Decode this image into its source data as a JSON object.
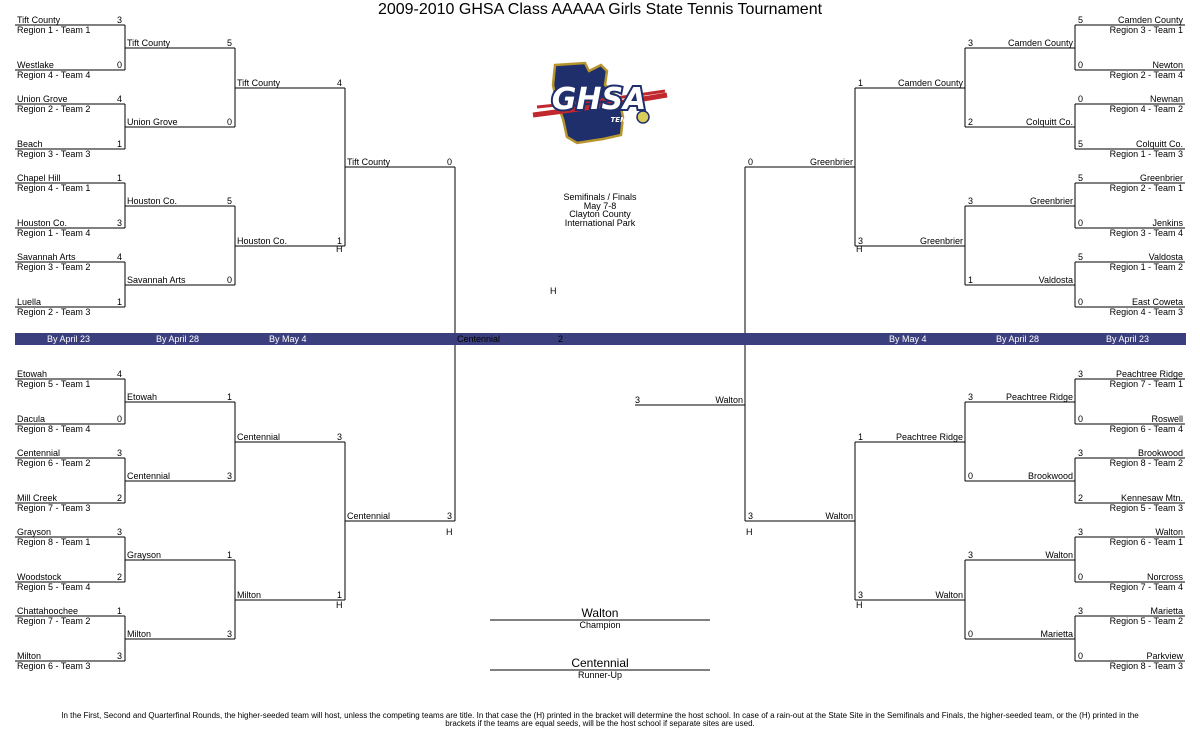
{
  "title": "2009-2010 GHSA Class AAAAA Girls State Tennis Tournament",
  "logo": {
    "text": "GHSA",
    "subtext": "TENNIS"
  },
  "venue": {
    "line1": "Semifinals / Finals",
    "line2": "May 7-8",
    "line3": "Clayton County",
    "line4": "International Park"
  },
  "band": {
    "left": [
      "By April 23",
      "By April 28",
      "By May 4"
    ],
    "right": [
      "By May 4",
      "By April 28",
      "By April 23"
    ]
  },
  "champion": {
    "team": "Walton",
    "label": "Champion"
  },
  "runner_up": {
    "team": "Centennial",
    "label": "Runner-Up"
  },
  "host_mark": "H",
  "footnote": {
    "line1": "In the First, Second and Quarterfinal Rounds, the higher-seeded team will host, unless the competing teams are title.  In that case the (H) printed in the bracket will determine the host school.  In case of a rain-out at the State Site in the Semifinals and Finals, the higher-seeded team, or the (H) printed in the",
    "line2": "brackets if the teams are equal seeds, will be the host school if separate sites are used."
  },
  "bracket": {
    "left": {
      "r1": [
        {
          "team": "Tift County",
          "seed": "Region 1 - Team 1",
          "score": "3"
        },
        {
          "team": "Westlake",
          "seed": "Region 4 - Team 4",
          "score": "0"
        },
        {
          "team": "Union Grove",
          "seed": "Region 2 - Team 2",
          "score": "4"
        },
        {
          "team": "Beach",
          "seed": "Region 3 - Team 3",
          "score": "1"
        },
        {
          "team": "Chapel Hill",
          "seed": "Region 4 - Team 1",
          "score": "1"
        },
        {
          "team": "Houston Co.",
          "seed": "Region 1 - Team 4",
          "score": "3"
        },
        {
          "team": "Savannah Arts",
          "seed": "Region 3 - Team 2",
          "score": "4"
        },
        {
          "team": "Luella",
          "seed": "Region 2 - Team 3",
          "score": "1"
        },
        {
          "team": "Etowah",
          "seed": "Region 5 - Team 1",
          "score": "4"
        },
        {
          "team": "Dacula",
          "seed": "Region 8 - Team 4",
          "score": "0"
        },
        {
          "team": "Centennial",
          "seed": "Region 6 - Team 2",
          "score": "3"
        },
        {
          "team": "Mill Creek",
          "seed": "Region 7 - Team 3",
          "score": "2"
        },
        {
          "team": "Grayson",
          "seed": "Region 8 - Team 1",
          "score": "3"
        },
        {
          "team": "Woodstock",
          "seed": "Region 5 - Team 4",
          "score": "2"
        },
        {
          "team": "Chattahoochee",
          "seed": "Region 7 - Team 2",
          "score": "1"
        },
        {
          "team": "Milton",
          "seed": "Region 6 - Team 3",
          "score": "3"
        }
      ],
      "r2": [
        {
          "team": "Tift County",
          "score": "5"
        },
        {
          "team": "Union Grove",
          "score": "0"
        },
        {
          "team": "Houston Co.",
          "score": "5"
        },
        {
          "team": "Savannah Arts",
          "score": "0"
        },
        {
          "team": "Etowah",
          "score": "1"
        },
        {
          "team": "Centennial",
          "score": "3"
        },
        {
          "team": "Grayson",
          "score": "1"
        },
        {
          "team": "Milton",
          "score": "3"
        }
      ],
      "r3": [
        {
          "team": "Tift County",
          "score": "4"
        },
        {
          "team": "Houston Co.",
          "score": "1"
        },
        {
          "team": "Centennial",
          "score": "3"
        },
        {
          "team": "Milton",
          "score": "1"
        }
      ],
      "r4": [
        {
          "team": "Tift County",
          "score": "0"
        },
        {
          "team": "Centennial",
          "score": "3"
        }
      ],
      "final": {
        "team": "Centennial",
        "score": "2"
      }
    },
    "right": {
      "r1": [
        {
          "team": "Camden County",
          "seed": "Region 3 - Team 1",
          "score": "5"
        },
        {
          "team": "Newton",
          "seed": "Region 2 - Team 4",
          "score": "0"
        },
        {
          "team": "Newnan",
          "seed": "Region 4 - Team 2",
          "score": "0"
        },
        {
          "team": "Colquitt Co.",
          "seed": "Region 1 - Team 3",
          "score": "5"
        },
        {
          "team": "Greenbrier",
          "seed": "Region 2 - Team 1",
          "score": "5"
        },
        {
          "team": "Jenkins",
          "seed": "Region 3 - Team 4",
          "score": "0"
        },
        {
          "team": "Valdosta",
          "seed": "Region 1 - Team 2",
          "score": "5"
        },
        {
          "team": "East Coweta",
          "seed": "Region 4 - Team 3",
          "score": "0"
        },
        {
          "team": "Peachtree Ridge",
          "seed": "Region 7 - Team 1",
          "score": "3"
        },
        {
          "team": "Roswell",
          "seed": "Region 6 - Team 4",
          "score": "0"
        },
        {
          "team": "Brookwood",
          "seed": "Region 8 - Team 2",
          "score": "3"
        },
        {
          "team": "Kennesaw Mtn.",
          "seed": "Region 5 - Team 3",
          "score": "2"
        },
        {
          "team": "Walton",
          "seed": "Region 6 - Team 1",
          "score": "3"
        },
        {
          "team": "Norcross",
          "seed": "Region 7 - Team 4",
          "score": "0"
        },
        {
          "team": "Marietta",
          "seed": "Region 5 - Team 2",
          "score": "3"
        },
        {
          "team": "Parkview",
          "seed": "Region 8 - Team 3",
          "score": "0"
        }
      ],
      "r2": [
        {
          "team": "Camden County",
          "score": "3"
        },
        {
          "team": "Colquitt Co.",
          "score": "2"
        },
        {
          "team": "Greenbrier",
          "score": "3"
        },
        {
          "team": "Valdosta",
          "score": "1"
        },
        {
          "team": "Peachtree Ridge",
          "score": "3"
        },
        {
          "team": "Brookwood",
          "score": "0"
        },
        {
          "team": "Walton",
          "score": "3"
        },
        {
          "team": "Marietta",
          "score": "0"
        }
      ],
      "r3": [
        {
          "team": "Camden County",
          "score": "1"
        },
        {
          "team": "Greenbrier",
          "score": "3"
        },
        {
          "team": "Peachtree Ridge",
          "score": "1"
        },
        {
          "team": "Walton",
          "score": "3"
        }
      ],
      "r4": [
        {
          "team": "Greenbrier",
          "score": "0"
        },
        {
          "team": "Walton",
          "score": "3"
        }
      ],
      "final": {
        "team": "Walton",
        "score": "3"
      }
    }
  }
}
